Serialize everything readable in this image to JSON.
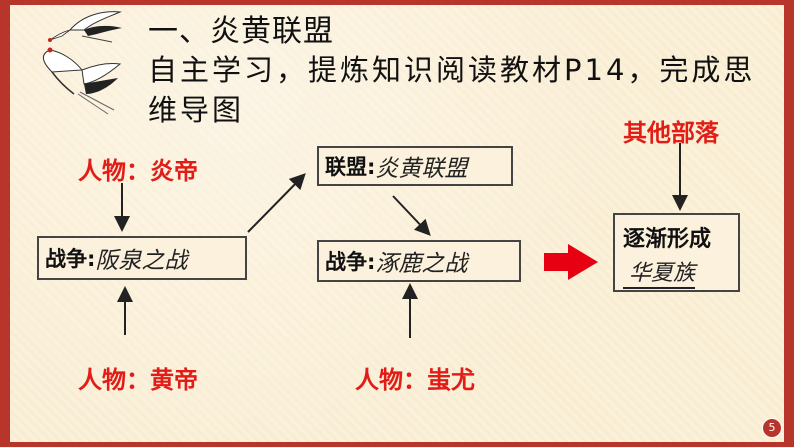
{
  "heading": "一、炎黄联盟",
  "subtitle": "自主学习，提炼知识阅读教材P14，完成思维导图",
  "labels": {
    "person_yandi": "人物：炎帝",
    "person_huangdi": "人物：黄帝",
    "person_chiyou": "人物：蚩尤",
    "other_tribes": "其他部落"
  },
  "boxes": {
    "war1": {
      "label": "战争:",
      "answer": "阪泉之战"
    },
    "alliance": {
      "label": "联盟:",
      "answer": "炎黄联盟"
    },
    "war2": {
      "label": "战争:",
      "answer": "涿鹿之战"
    },
    "result": {
      "label": "逐渐形成",
      "answer": "华夏族"
    }
  },
  "page_number": "5",
  "colors": {
    "frame": "#b8352c",
    "accent_red": "#e21c16",
    "background": "#fbf1dc"
  },
  "icons": [
    "crane-icon",
    "crane-icon"
  ]
}
